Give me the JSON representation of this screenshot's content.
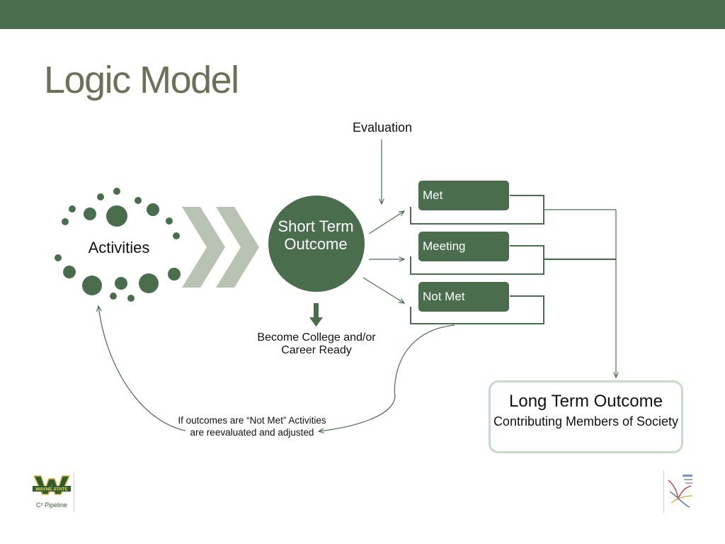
{
  "slide": {
    "title": "Logic Model"
  },
  "diagram": {
    "evaluation_label": "Evaluation",
    "activities_label": "Activities",
    "short_term_label": "Short Term Outcome",
    "ready_label": "Become College and/or Career Ready",
    "statuses": {
      "met": "Met",
      "meeting": "Meeting",
      "not_met": "Not Met"
    },
    "feedback_note": "If outcomes are “Not Met” Activities are reevaluated and adjusted",
    "long_term": {
      "title": "Long Term Outcome",
      "subtitle": "Contributing Members of Society"
    }
  },
  "logos": {
    "left_logo_text": "WAYNE STATE",
    "left_caption": "C² Pipeline"
  },
  "colors": {
    "brand_green": "#4a6e4d",
    "title_gray": "#6b7159",
    "chevron_gray": "#b9c2b3",
    "box_border": "#c7dcc5"
  }
}
